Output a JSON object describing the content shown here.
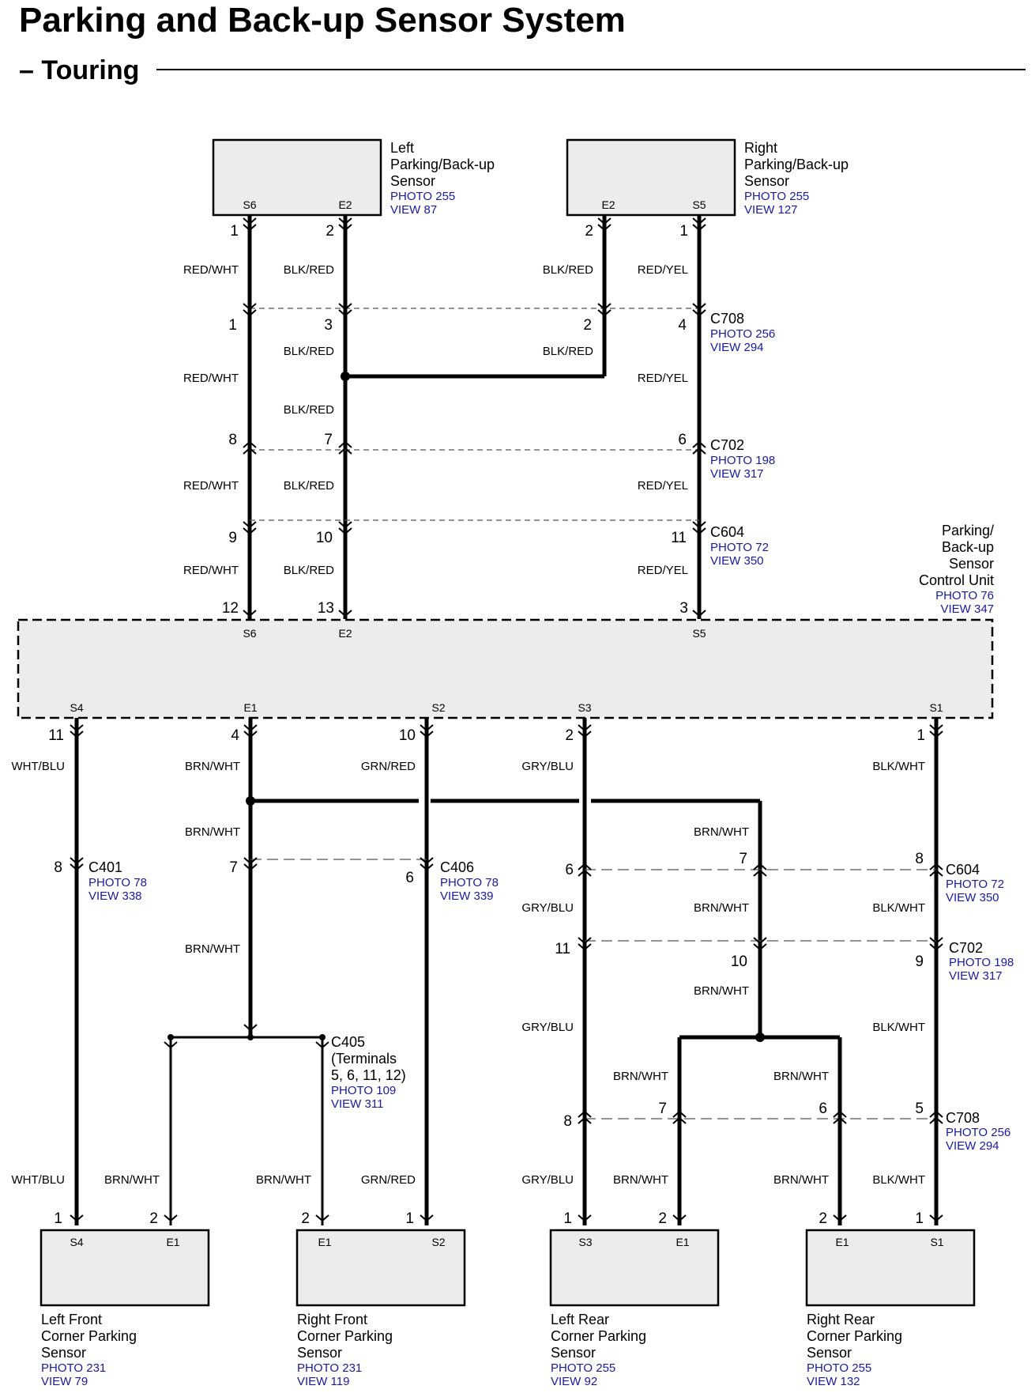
{
  "title": "Parking and Back-up Sensor System",
  "subtitle": "– Touring",
  "components": {
    "left_sensor": {
      "name": [
        "Left",
        "Parking/Back-up",
        "Sensor"
      ],
      "photo": "PHOTO 255",
      "view": "VIEW 87",
      "terminals": [
        "S6",
        "E2"
      ]
    },
    "right_sensor": {
      "name": [
        "Right",
        "Parking/Back-up",
        "Sensor"
      ],
      "photo": "PHOTO 255",
      "view": "VIEW 127",
      "terminals": [
        "E2",
        "S5"
      ]
    },
    "control_unit": {
      "name": [
        "Parking/",
        "Back-up",
        "Sensor",
        "Control Unit"
      ],
      "photo": "PHOTO 76",
      "view": "VIEW 347",
      "top_terminals": [
        "S6",
        "E2",
        "S5"
      ],
      "bottom_terminals": [
        "S4",
        "E1",
        "S2",
        "S3",
        "S1"
      ]
    },
    "lf_corner": {
      "name": [
        "Left Front",
        "Corner Parking",
        "Sensor"
      ],
      "photo": "PHOTO 231",
      "view": "VIEW 79",
      "terminals": [
        "S4",
        "E1"
      ]
    },
    "rf_corner": {
      "name": [
        "Right Front",
        "Corner Parking",
        "Sensor"
      ],
      "photo": "PHOTO 231",
      "view": "VIEW 119",
      "terminals": [
        "E1",
        "S2"
      ]
    },
    "lr_corner": {
      "name": [
        "Left Rear",
        "Corner Parking",
        "Sensor"
      ],
      "photo": "PHOTO 255",
      "view": "VIEW 92",
      "terminals": [
        "S3",
        "E1"
      ]
    },
    "rr_corner": {
      "name": [
        "Right Rear",
        "Corner Parking",
        "Sensor"
      ],
      "photo": "PHOTO 255",
      "view": "VIEW 132",
      "terminals": [
        "E1",
        "S1"
      ]
    }
  },
  "connectors": {
    "c708_top": {
      "name": "C708",
      "photo": "PHOTO 256",
      "view": "VIEW 294"
    },
    "c702_top": {
      "name": "C702",
      "photo": "PHOTO 198",
      "view": "VIEW 317"
    },
    "c604_top": {
      "name": "C604",
      "photo": "PHOTO 72",
      "view": "VIEW 350"
    },
    "c401": {
      "name": "C401",
      "photo": "PHOTO 78",
      "view": "VIEW 338"
    },
    "c406": {
      "name": "C406",
      "photo": "PHOTO 78",
      "view": "VIEW 339"
    },
    "c604_bot": {
      "name": "C604",
      "photo": "PHOTO 72",
      "view": "VIEW 350"
    },
    "c702_bot": {
      "name": "C702",
      "photo": "PHOTO 198",
      "view": "VIEW 317"
    },
    "c708_bot": {
      "name": "C708",
      "photo": "PHOTO 256",
      "view": "VIEW 294"
    },
    "c405": {
      "name": [
        "C405",
        "(Terminals",
        "5, 6, 11, 12)"
      ],
      "photo": "PHOTO 109",
      "view": "VIEW 311"
    }
  },
  "wires": {
    "red_wht": "RED/WHT",
    "blk_red": "BLK/RED",
    "red_yel": "RED/YEL",
    "wht_blu": "WHT/BLU",
    "brn_wht": "BRN/WHT",
    "grn_red": "GRN/RED",
    "gry_blu": "GRY/BLU",
    "blk_wht": "BLK/WHT"
  },
  "pins": {
    "top": {
      "ls1": "1",
      "ls2": "2",
      "rs2": "2",
      "rs1": "1",
      "c708_1": "1",
      "c708_3": "3",
      "c708_2": "2",
      "c708_4": "4",
      "c702_8": "8",
      "c702_7": "7",
      "c702_6": "6",
      "c604_9": "9",
      "c604_10": "10",
      "c604_11": "11",
      "cu12": "12",
      "cu13": "13",
      "cu3": "3"
    },
    "bottom": {
      "cu11": "11",
      "cu4": "4",
      "cu10": "10",
      "cu2": "2",
      "cu1": "1",
      "c401_8": "8",
      "c406_7": "7",
      "c406_6": "6",
      "c604_6": "6",
      "c604_7": "7",
      "c604_8": "8",
      "c702_11": "11",
      "c702_10": "10",
      "c702_9": "9",
      "c708_8": "8",
      "c708_7": "7",
      "c708_6": "6",
      "c708_5": "5",
      "lf1": "1",
      "lf2": "2",
      "rf2": "2",
      "rf1": "1",
      "lr1": "1",
      "lr2": "2",
      "rr2": "2",
      "rr1": "1"
    }
  }
}
